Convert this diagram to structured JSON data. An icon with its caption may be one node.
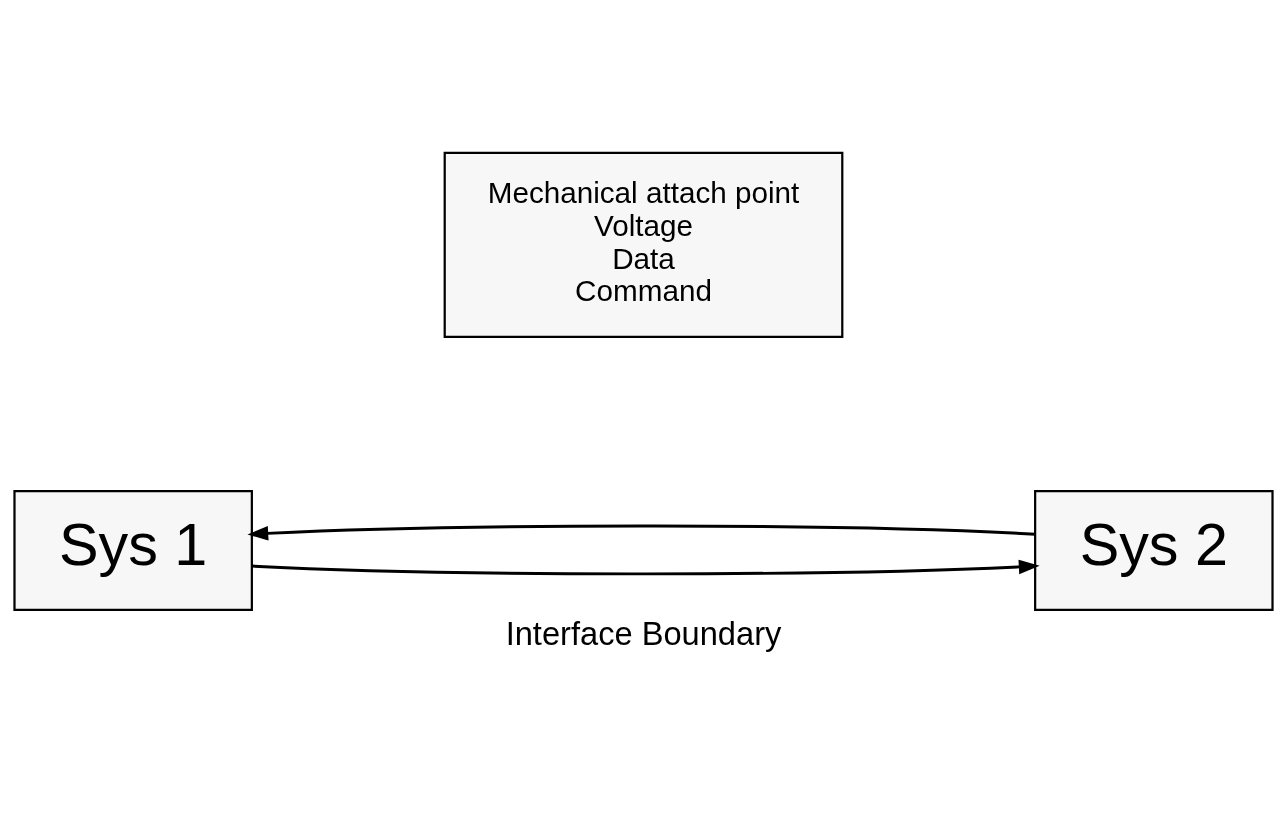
{
  "diagram": {
    "nodes": [
      {
        "text": [
          "Mechanical attach point",
          "Voltage",
          "Data",
          "Command"
        ]
      },
      {
        "text": [
          "Sys 1"
        ]
      },
      {
        "text": [
          "Sys 2"
        ]
      }
    ],
    "edges": [
      {
        "from": 1,
        "to": 2,
        "arrow": "to"
      },
      {
        "from": 2,
        "to": 1,
        "arrow": "to"
      }
    ],
    "labels": [
      "Interface Boundary"
    ]
  }
}
